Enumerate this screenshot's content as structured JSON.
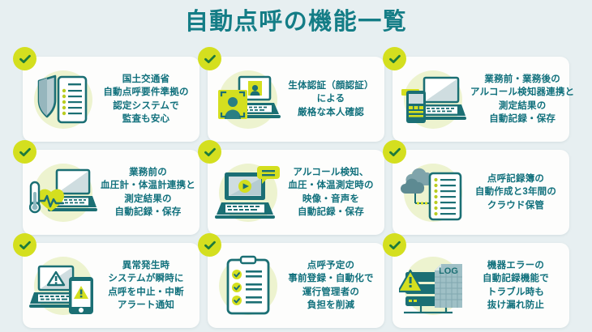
{
  "page": {
    "title": "自動点呼の機能一覧",
    "background_color": "#e7eff1",
    "title_color": "#147d86",
    "card_background": "#fdfdfc",
    "text_color": "#10707c",
    "badge_color": "#d4df1f",
    "badge_check_color": "#1d7a3c",
    "icon_blob_color": "#edf3cf",
    "icon_primary_color": "#1b6f74",
    "icon_accent_color": "#d4df1f"
  },
  "cards": [
    {
      "badge_icon": "check-icon",
      "icon": "shield-document-icon",
      "lines": [
        "国土交通省",
        "自動点呼要件準拠の",
        "認定システムで",
        "監査も安心"
      ]
    },
    {
      "badge_icon": "check-icon",
      "icon": "face-recognition-laptop-icon",
      "lines": [
        "生体認証（顔認証）",
        "による",
        "厳格な本人確認"
      ]
    },
    {
      "badge_icon": "check-icon",
      "icon": "alcohol-detector-laptop-icon",
      "lines": [
        "業務前・業務後の",
        "アルコール検知器連携と",
        "測定結果の",
        "自動記録・保存"
      ]
    },
    {
      "badge_icon": "check-icon",
      "icon": "thermometer-heart-laptop-icon",
      "lines": [
        "業務前の",
        "血圧計・体温計連携と",
        "測定結果の",
        "自動記録・保存"
      ]
    },
    {
      "badge_icon": "check-icon",
      "icon": "laptop-video-record-icon",
      "lines": [
        "アルコール検知、",
        "血圧・体温測定時の",
        "映像・音声を",
        "自動記録・保存"
      ]
    },
    {
      "badge_icon": "check-icon",
      "icon": "cloud-document-icon",
      "lines": [
        "点呼記録簿の",
        "自動作成と3年間の",
        "クラウド保管"
      ]
    },
    {
      "badge_icon": "check-icon",
      "icon": "laptop-phone-alert-icon",
      "lines": [
        "異常発生時",
        "システムが瞬時に",
        "点呼を中止・中断",
        "アラート通知"
      ]
    },
    {
      "badge_icon": "check-icon",
      "icon": "clipboard-checklist-icon",
      "lines": [
        "点呼予定の",
        "事前登録・自動化で",
        "運行管理者の",
        "負担を削減"
      ]
    },
    {
      "badge_icon": "check-icon",
      "icon": "server-log-alert-icon",
      "lines": [
        "機器エラーの",
        "自動記録機能で",
        "トラブル時も",
        "抜け漏れ防止"
      ],
      "icon_label": "LOG"
    }
  ]
}
